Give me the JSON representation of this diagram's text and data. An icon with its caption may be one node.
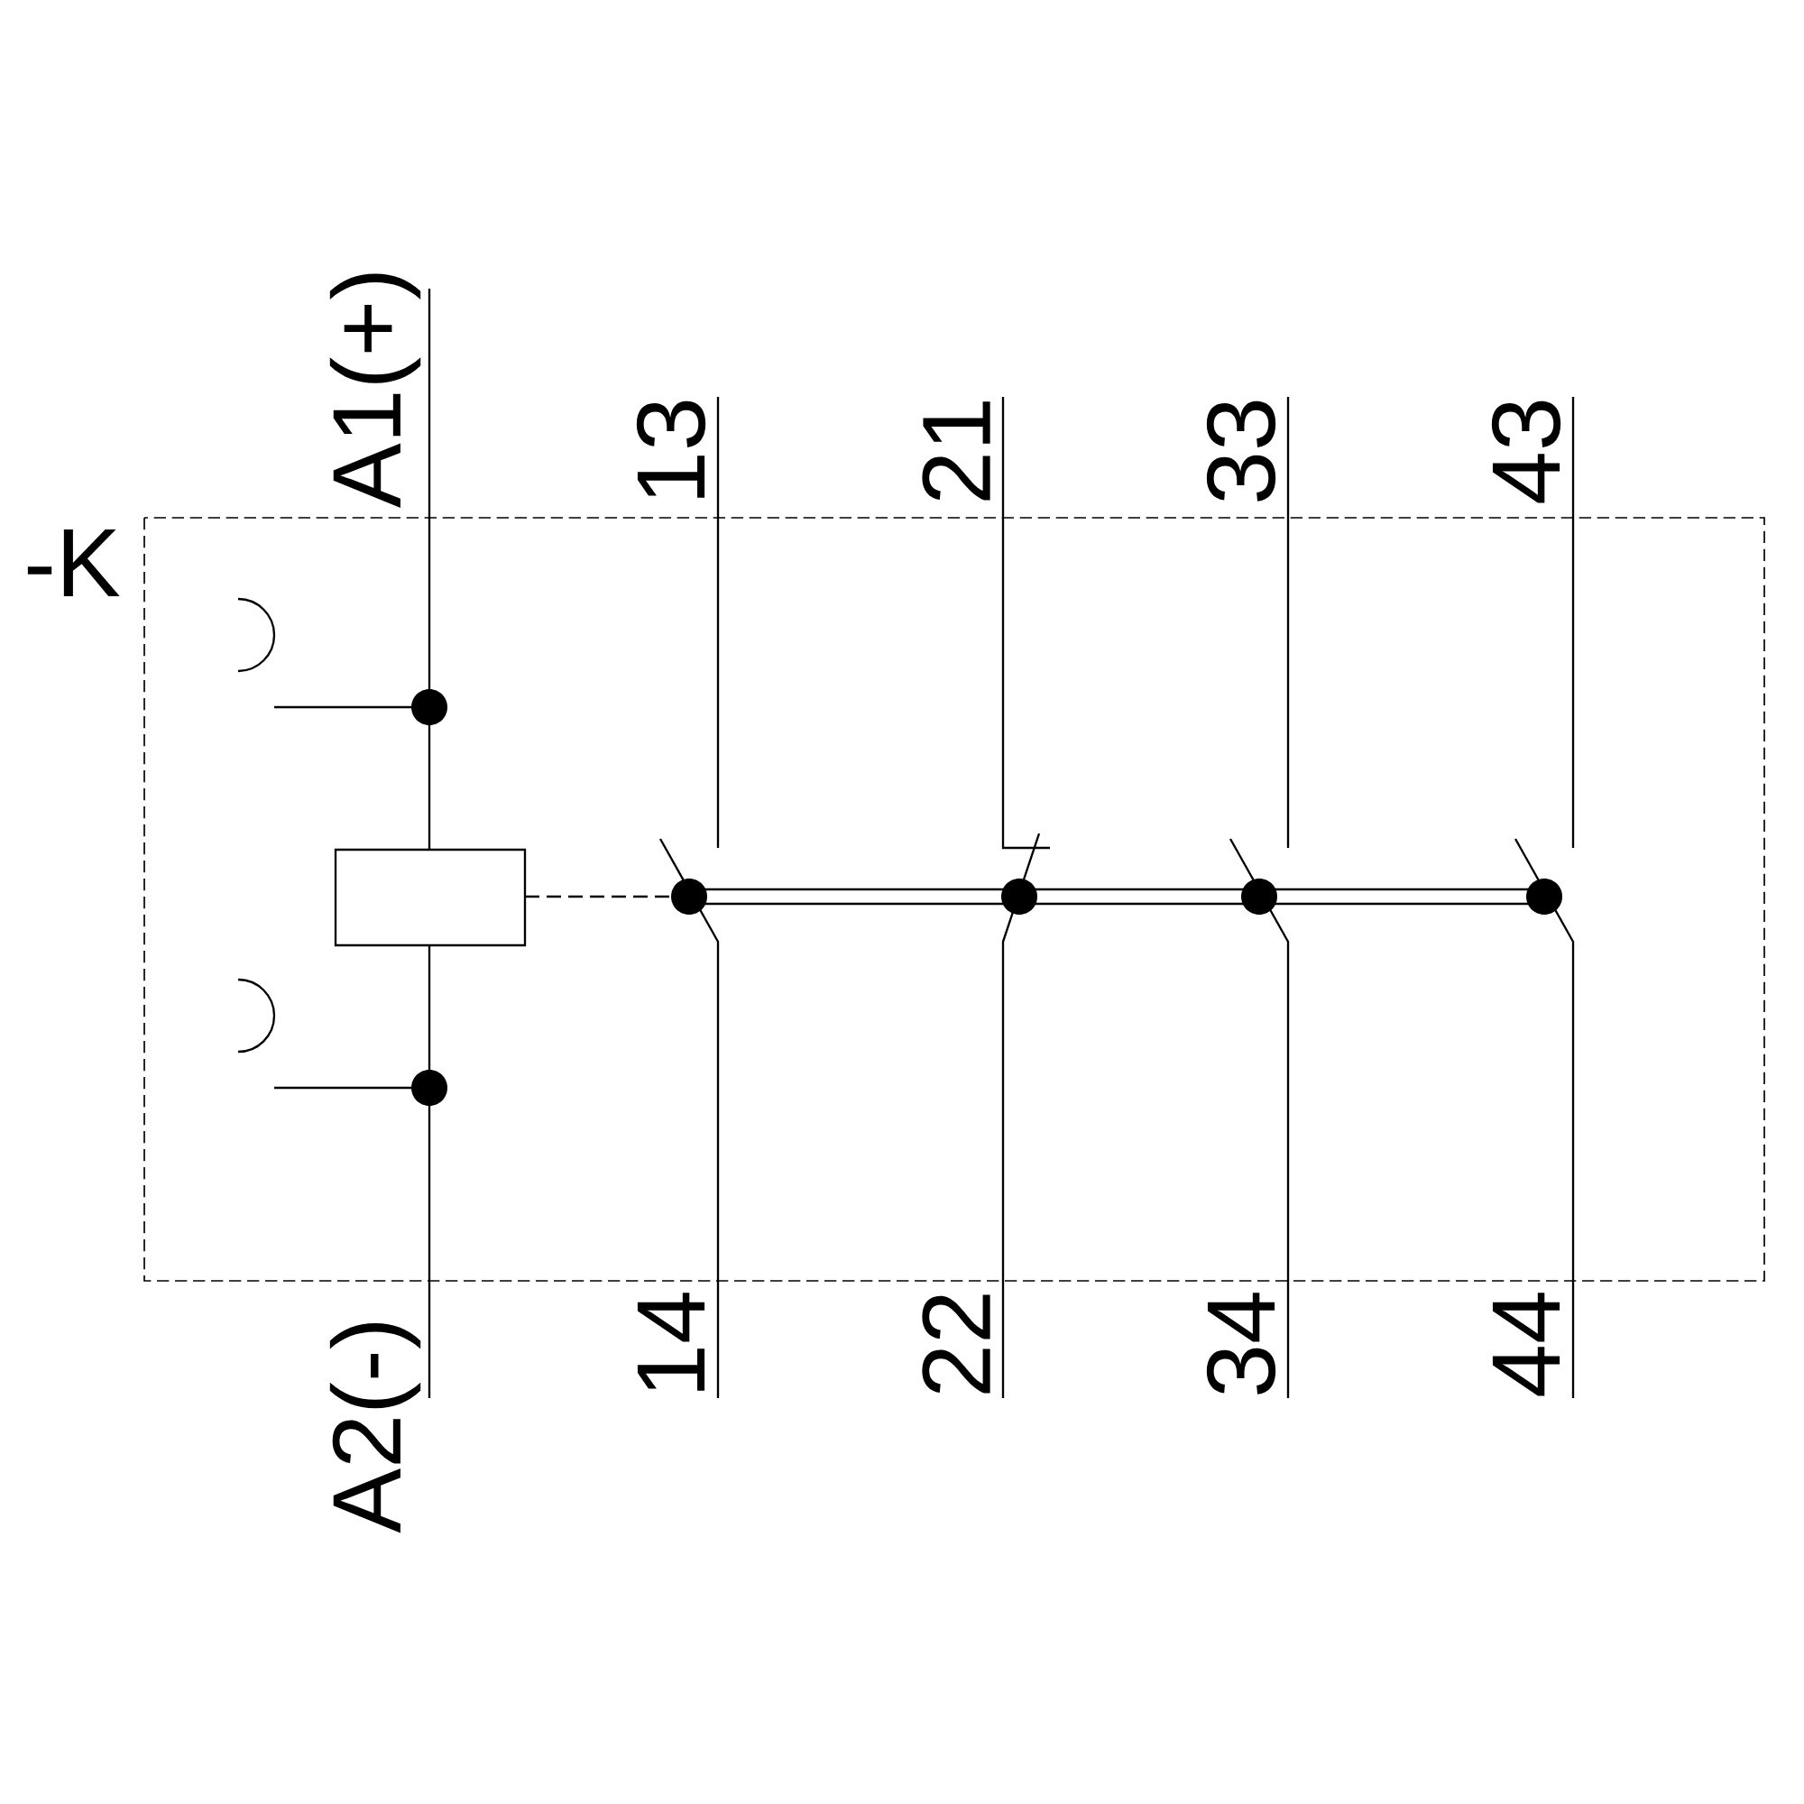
{
  "diagram": {
    "labels": [
      "-K",
      "A1(+)",
      "13",
      "21",
      "33",
      "43",
      "A2(-)",
      "14",
      "22",
      "34",
      "44"
    ]
  }
}
